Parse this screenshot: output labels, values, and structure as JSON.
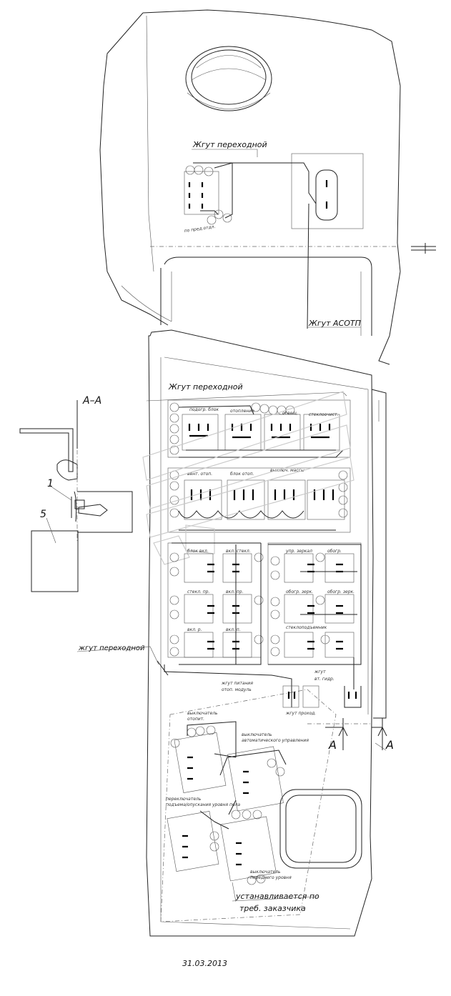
{
  "labels": {
    "harness_top": "Жгут переходной",
    "harness_asotp": "Жгут АСОТП",
    "harness_main": "Жгут переходной",
    "harness_left": "жгут переходной",
    "section_aa": "А–А",
    "section_arrow_left": "А",
    "section_arrow_right": "А",
    "part_1": "1",
    "part_5": "5",
    "customer_note_line1": "устанавливается по",
    "customer_note_line2": "треб. заказчика",
    "date": "31.03.2013"
  },
  "colors": {
    "line": "#222222",
    "watermark": "#c8c8c8",
    "background": "#ffffff"
  }
}
